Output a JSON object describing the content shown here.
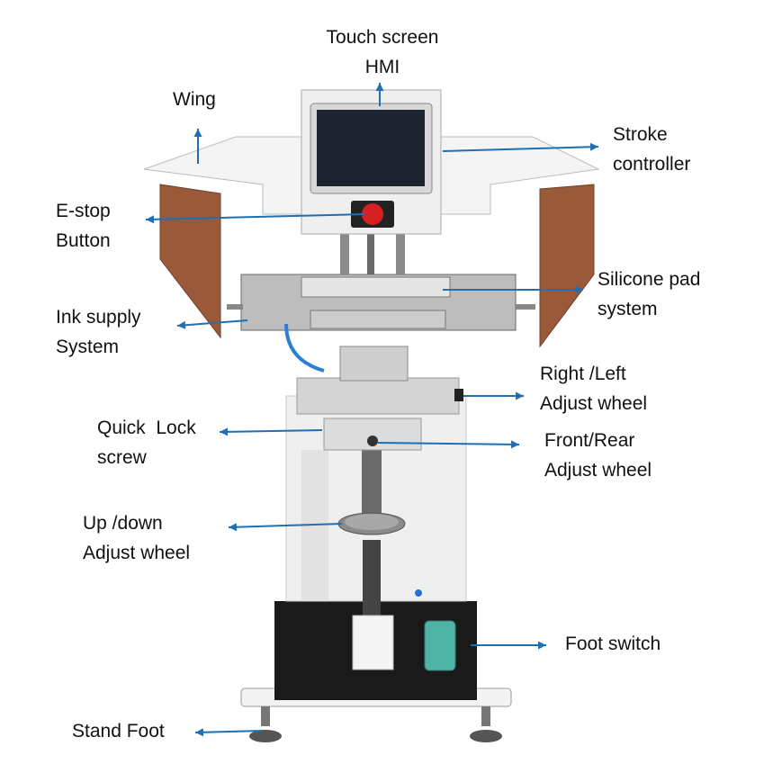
{
  "colors": {
    "arrow": "#1f6fb2",
    "machine_white": "#eeeeee",
    "wing_panel": "#9a5a3a",
    "base_black": "#1a1a1a",
    "estop_red": "#d42020",
    "foot_switch": "#4fb3a6"
  },
  "labels": {
    "touch_screen": [
      "Touch screen",
      "HMI"
    ],
    "wing": [
      "Wing"
    ],
    "stroke_controller": [
      "Stroke",
      "controller"
    ],
    "estop_button": [
      "E-stop",
      "Button"
    ],
    "silicone_pad": [
      "Silicone pad",
      "system"
    ],
    "ink_supply": [
      "Ink supply",
      "System"
    ],
    "right_left_adjust": [
      "Right /Left",
      "Adjust wheel"
    ],
    "quick_lock": [
      "Quick  Lock",
      "screw"
    ],
    "front_rear_adjust": [
      "Front/Rear",
      "Adjust wheel"
    ],
    "up_down_adjust": [
      "Up /down",
      "Adjust wheel"
    ],
    "foot_switch": [
      "Foot switch"
    ],
    "stand_foot": [
      "Stand Foot"
    ]
  }
}
